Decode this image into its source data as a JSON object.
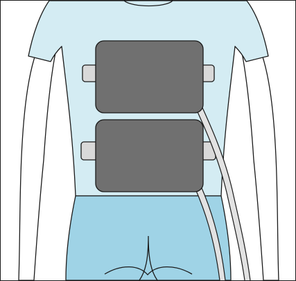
{
  "illustration": {
    "subject": "electrode-pads-on-back",
    "colors": {
      "background": "#ffffff",
      "frame": "#1a1a1a",
      "outline": "#1a1a1a",
      "skin": "#ffffff",
      "shirt": "#d4ecf3",
      "shorts": "#9fd3e6",
      "strap": "#d9d9d9",
      "pad": "#707070",
      "cable": "#e2e2e2"
    },
    "pads": [
      {
        "position": "upper"
      },
      {
        "position": "lower"
      }
    ]
  }
}
